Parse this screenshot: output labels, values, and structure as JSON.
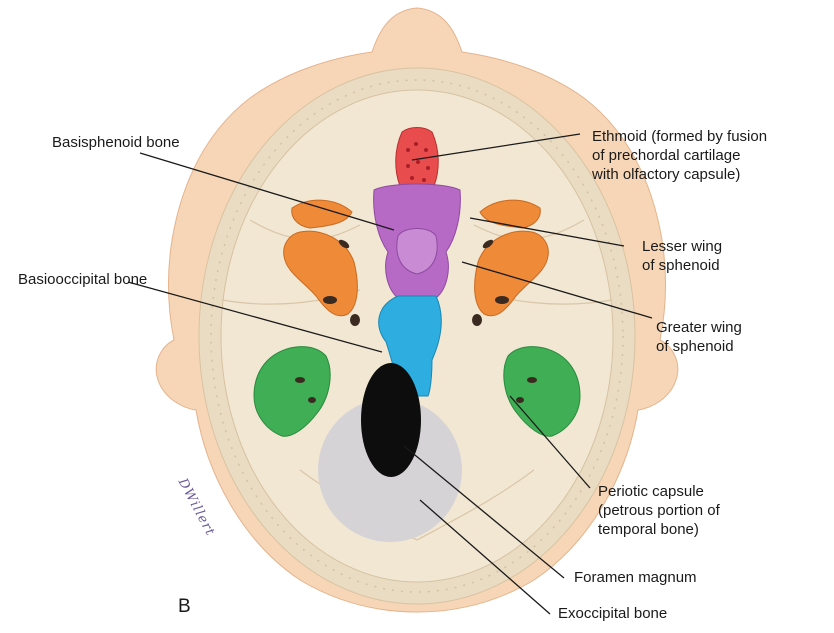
{
  "figure": {
    "panel_letter": "B",
    "signature": "DWillert"
  },
  "labels": {
    "basisphenoid": "Basisphenoid bone",
    "basioccipital": "Basiooccipital bone",
    "ethmoid": [
      "Ethmoid (formed by fusion",
      "of prechordal cartilage",
      "with olfactory capsule)"
    ],
    "lesser_wing": [
      "Lesser wing",
      "of sphenoid"
    ],
    "greater_wing": [
      "Greater wing",
      "of sphenoid"
    ],
    "periotic": [
      "Periotic capsule",
      "(petrous portion of",
      "temporal bone)"
    ],
    "foramen": "Foramen magnum",
    "exoccipital": "Exoccipital bone"
  },
  "colors": {
    "skin": "#f6d6b6",
    "skin_edge": "#e4b48e",
    "skull_fill": "#f2e7d3",
    "diploe": "#eadcc2",
    "ethmoid": "#e94c4c",
    "basisphenoid": "#b66ac6",
    "sphenoid_wings": "#ef8a38",
    "basioccipital": "#2eaee0",
    "periotic": "#3fae55",
    "foramen": "#0d0d0d",
    "exoccipital": "#d6d3d6"
  }
}
